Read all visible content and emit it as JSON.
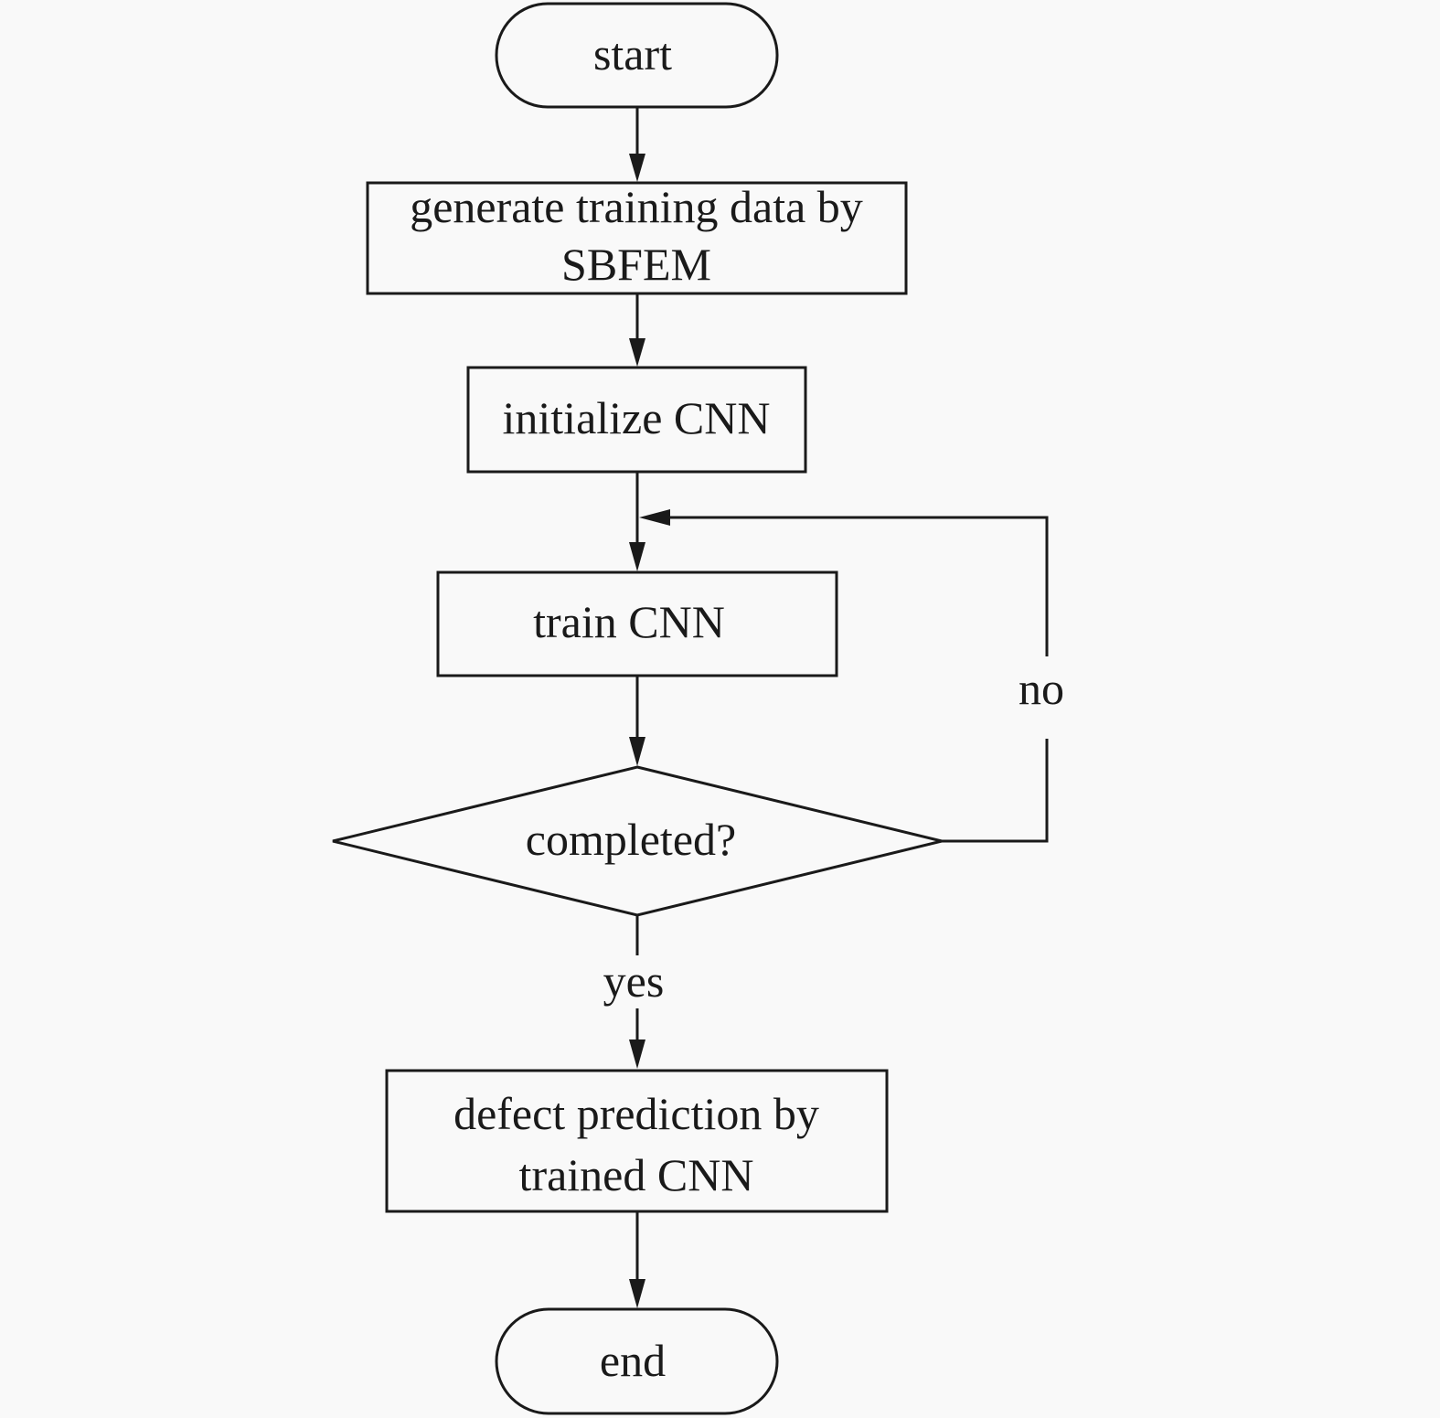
{
  "flowchart": {
    "start": "start",
    "generate": {
      "line1": "generate training data by",
      "line2": "SBFEM"
    },
    "initialize": "initialize CNN",
    "train": "train CNN",
    "decision": "completed?",
    "no_label": "no",
    "yes_label": "yes",
    "predict": {
      "line1": "defect prediction by",
      "line2": "trained CNN"
    },
    "end": "end"
  },
  "colors": {
    "background": "#f9f9f9",
    "stroke": "#1a1a1a"
  }
}
